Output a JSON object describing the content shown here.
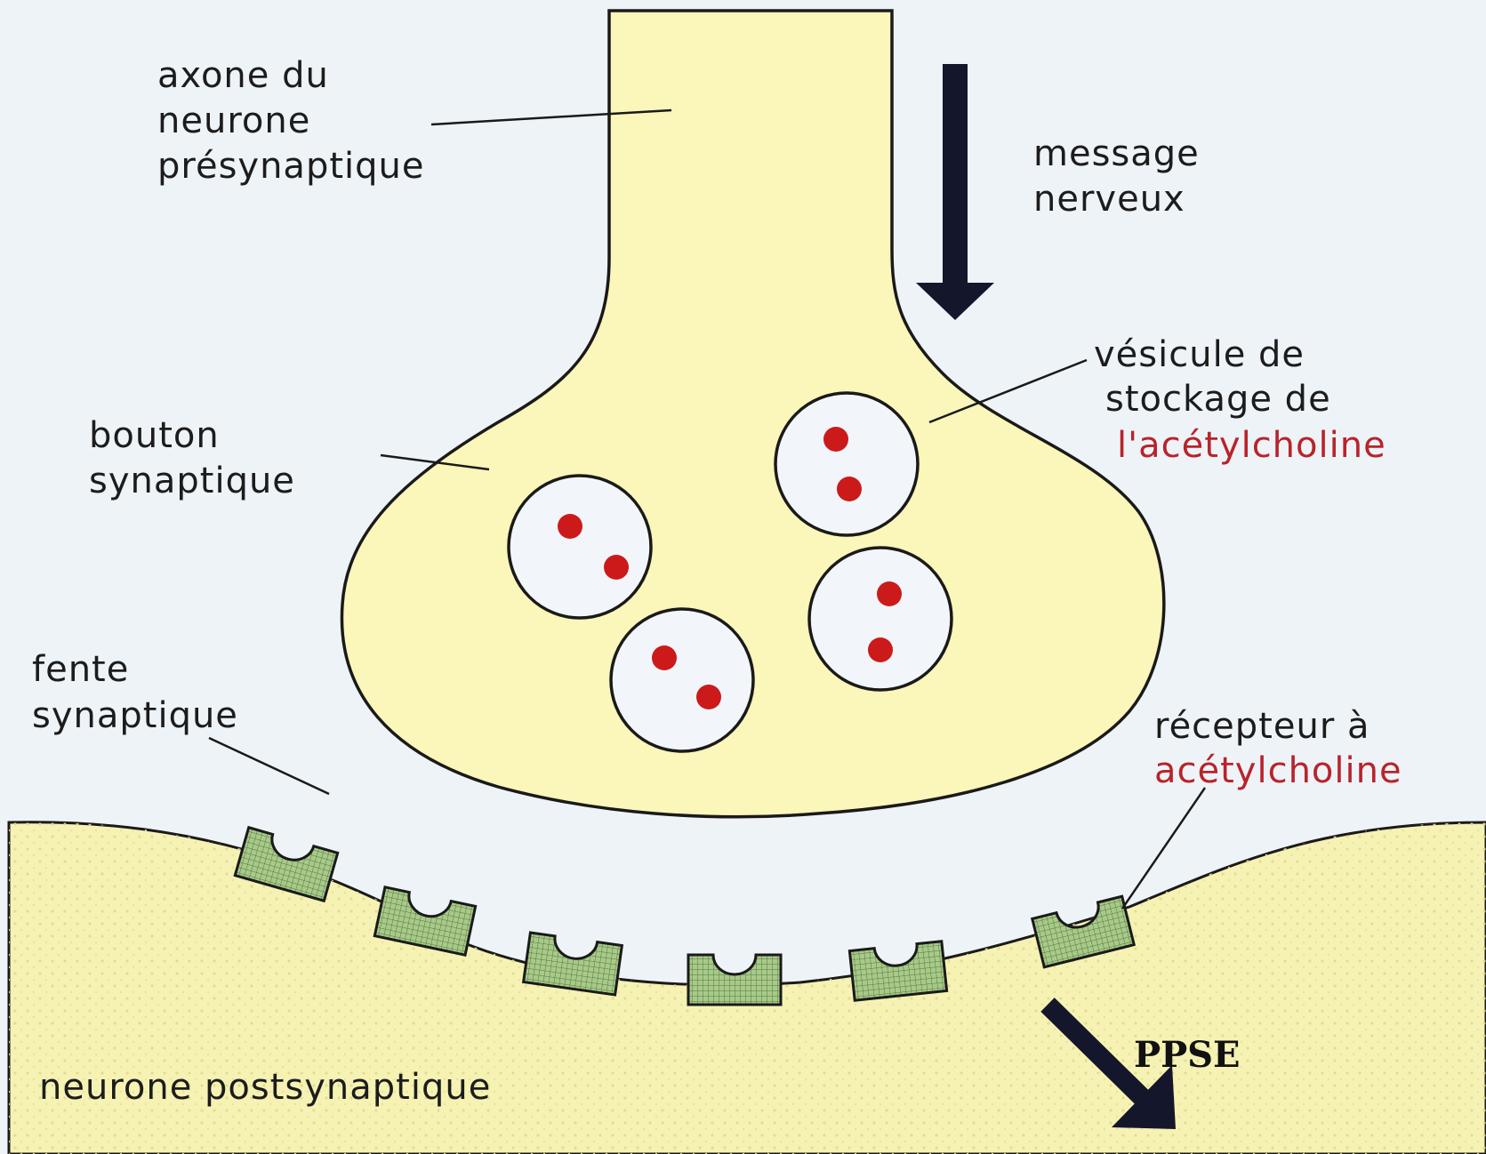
{
  "labels": {
    "axon": [
      "axone du",
      "neurone",
      "présynaptique"
    ],
    "message": [
      "message",
      "nerveux"
    ],
    "vesicle": [
      "vésicule de",
      "stockage de",
      "l'acétylcholine"
    ],
    "bouton": [
      "bouton",
      "synaptique"
    ],
    "cleft": [
      "fente",
      "synaptique"
    ],
    "receptor": [
      "récepteur à",
      "acétylcholine"
    ],
    "postsynaptic": "neurone postsynaptique",
    "ppse": "PPSE"
  },
  "colors": {
    "background": "#eef3f8",
    "presynaptic_fill": "#fbf6b9",
    "postsynaptic_fill": "#f5f2b4",
    "receptor_fill": "#a9c98a",
    "neurotransmitter": "#cc1a1a",
    "highlight_text": "#b8242a",
    "outline": "#1a1a1a",
    "arrow": "#14172b"
  },
  "icons": {
    "message_arrow": "down-arrow-icon",
    "ppse_arrow": "diagonal-down-right-arrow-icon"
  }
}
